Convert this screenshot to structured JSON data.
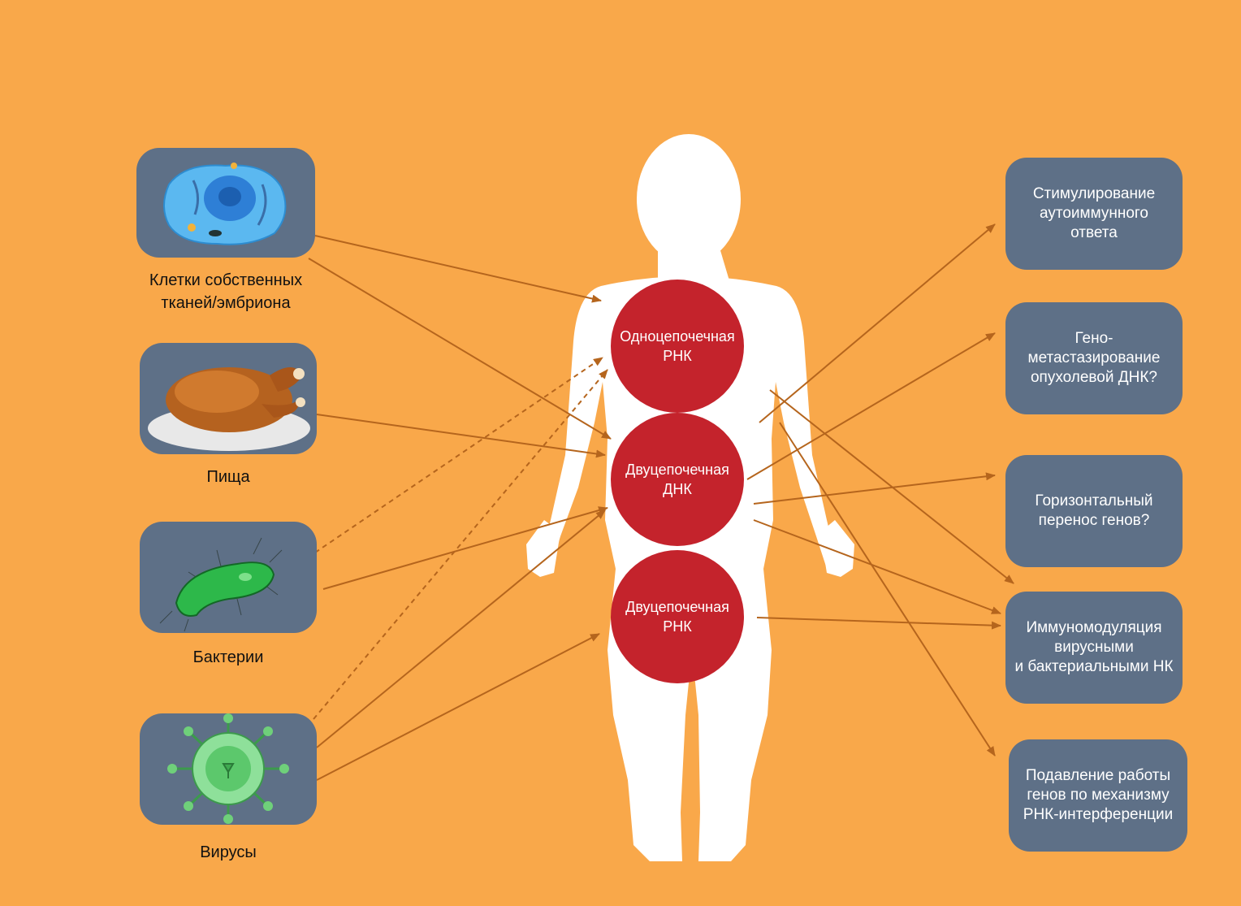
{
  "colors": {
    "background": "#F9A84A",
    "box": "#5E7087",
    "circle": "#C4232C",
    "arrow": "#B5651D",
    "body_silhouette": "#FFFFFF"
  },
  "sources": [
    {
      "id": "cells",
      "label": "Клетки собственных\nтканей/эмбриона",
      "icon": "cell-icon"
    },
    {
      "id": "food",
      "label": "Пища",
      "icon": "roast-chicken-icon"
    },
    {
      "id": "bacteria",
      "label": "Бактерии",
      "icon": "bacterium-icon"
    },
    {
      "id": "viruses",
      "label": "Вирусы",
      "icon": "virus-icon"
    }
  ],
  "nucleic_acids": [
    {
      "id": "ssrna",
      "label": "Одноцепочечная\nРНК"
    },
    {
      "id": "dsdna",
      "label": "Двуцепочечная\nДНК"
    },
    {
      "id": "dsrna",
      "label": "Двуцепочечная\nРНК"
    }
  ],
  "effects": [
    {
      "id": "autoimmune",
      "label": "Стимулирование\nаутоиммунного\nответа"
    },
    {
      "id": "genometastasis",
      "label": "Гено-\nметастазирование\nопухолевой ДНК?"
    },
    {
      "id": "hgt",
      "label": "Горизонтальный\nперенос генов?"
    },
    {
      "id": "immunomodulation",
      "label": "Иммуномодуляция\nвирусными\nи бактериальными НК"
    },
    {
      "id": "rnai",
      "label": "Подавление работы\nгенов по механизму\nРНК-интерференции"
    }
  ]
}
